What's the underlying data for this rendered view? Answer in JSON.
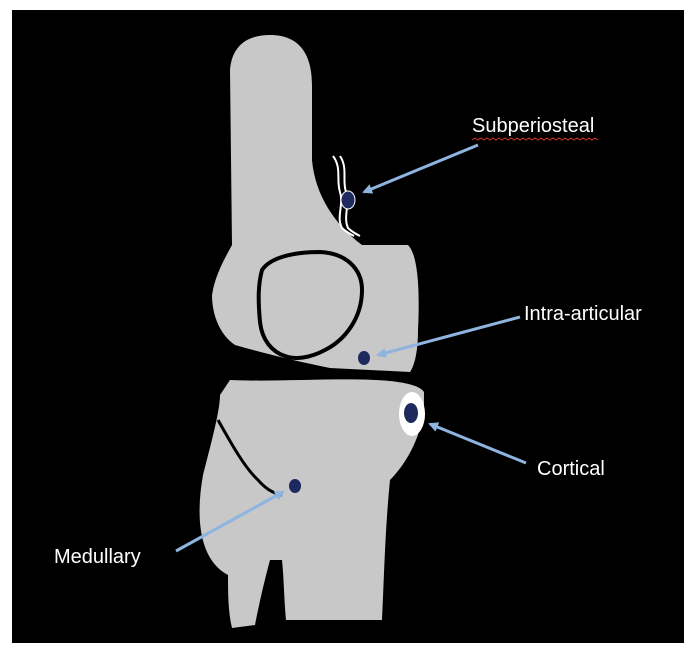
{
  "diagram": {
    "colors": {
      "background": "#000000",
      "bone": "#c8c8c8",
      "lesion": "#1e2a5e",
      "arrow": "#8eb4e0",
      "outline": "#000000",
      "label": "#ffffff"
    },
    "labels": {
      "subperiosteal": "Subperiosteal",
      "intra_articular": "Intra-articular",
      "cortical": "Cortical",
      "medullary": "Medullary"
    }
  }
}
